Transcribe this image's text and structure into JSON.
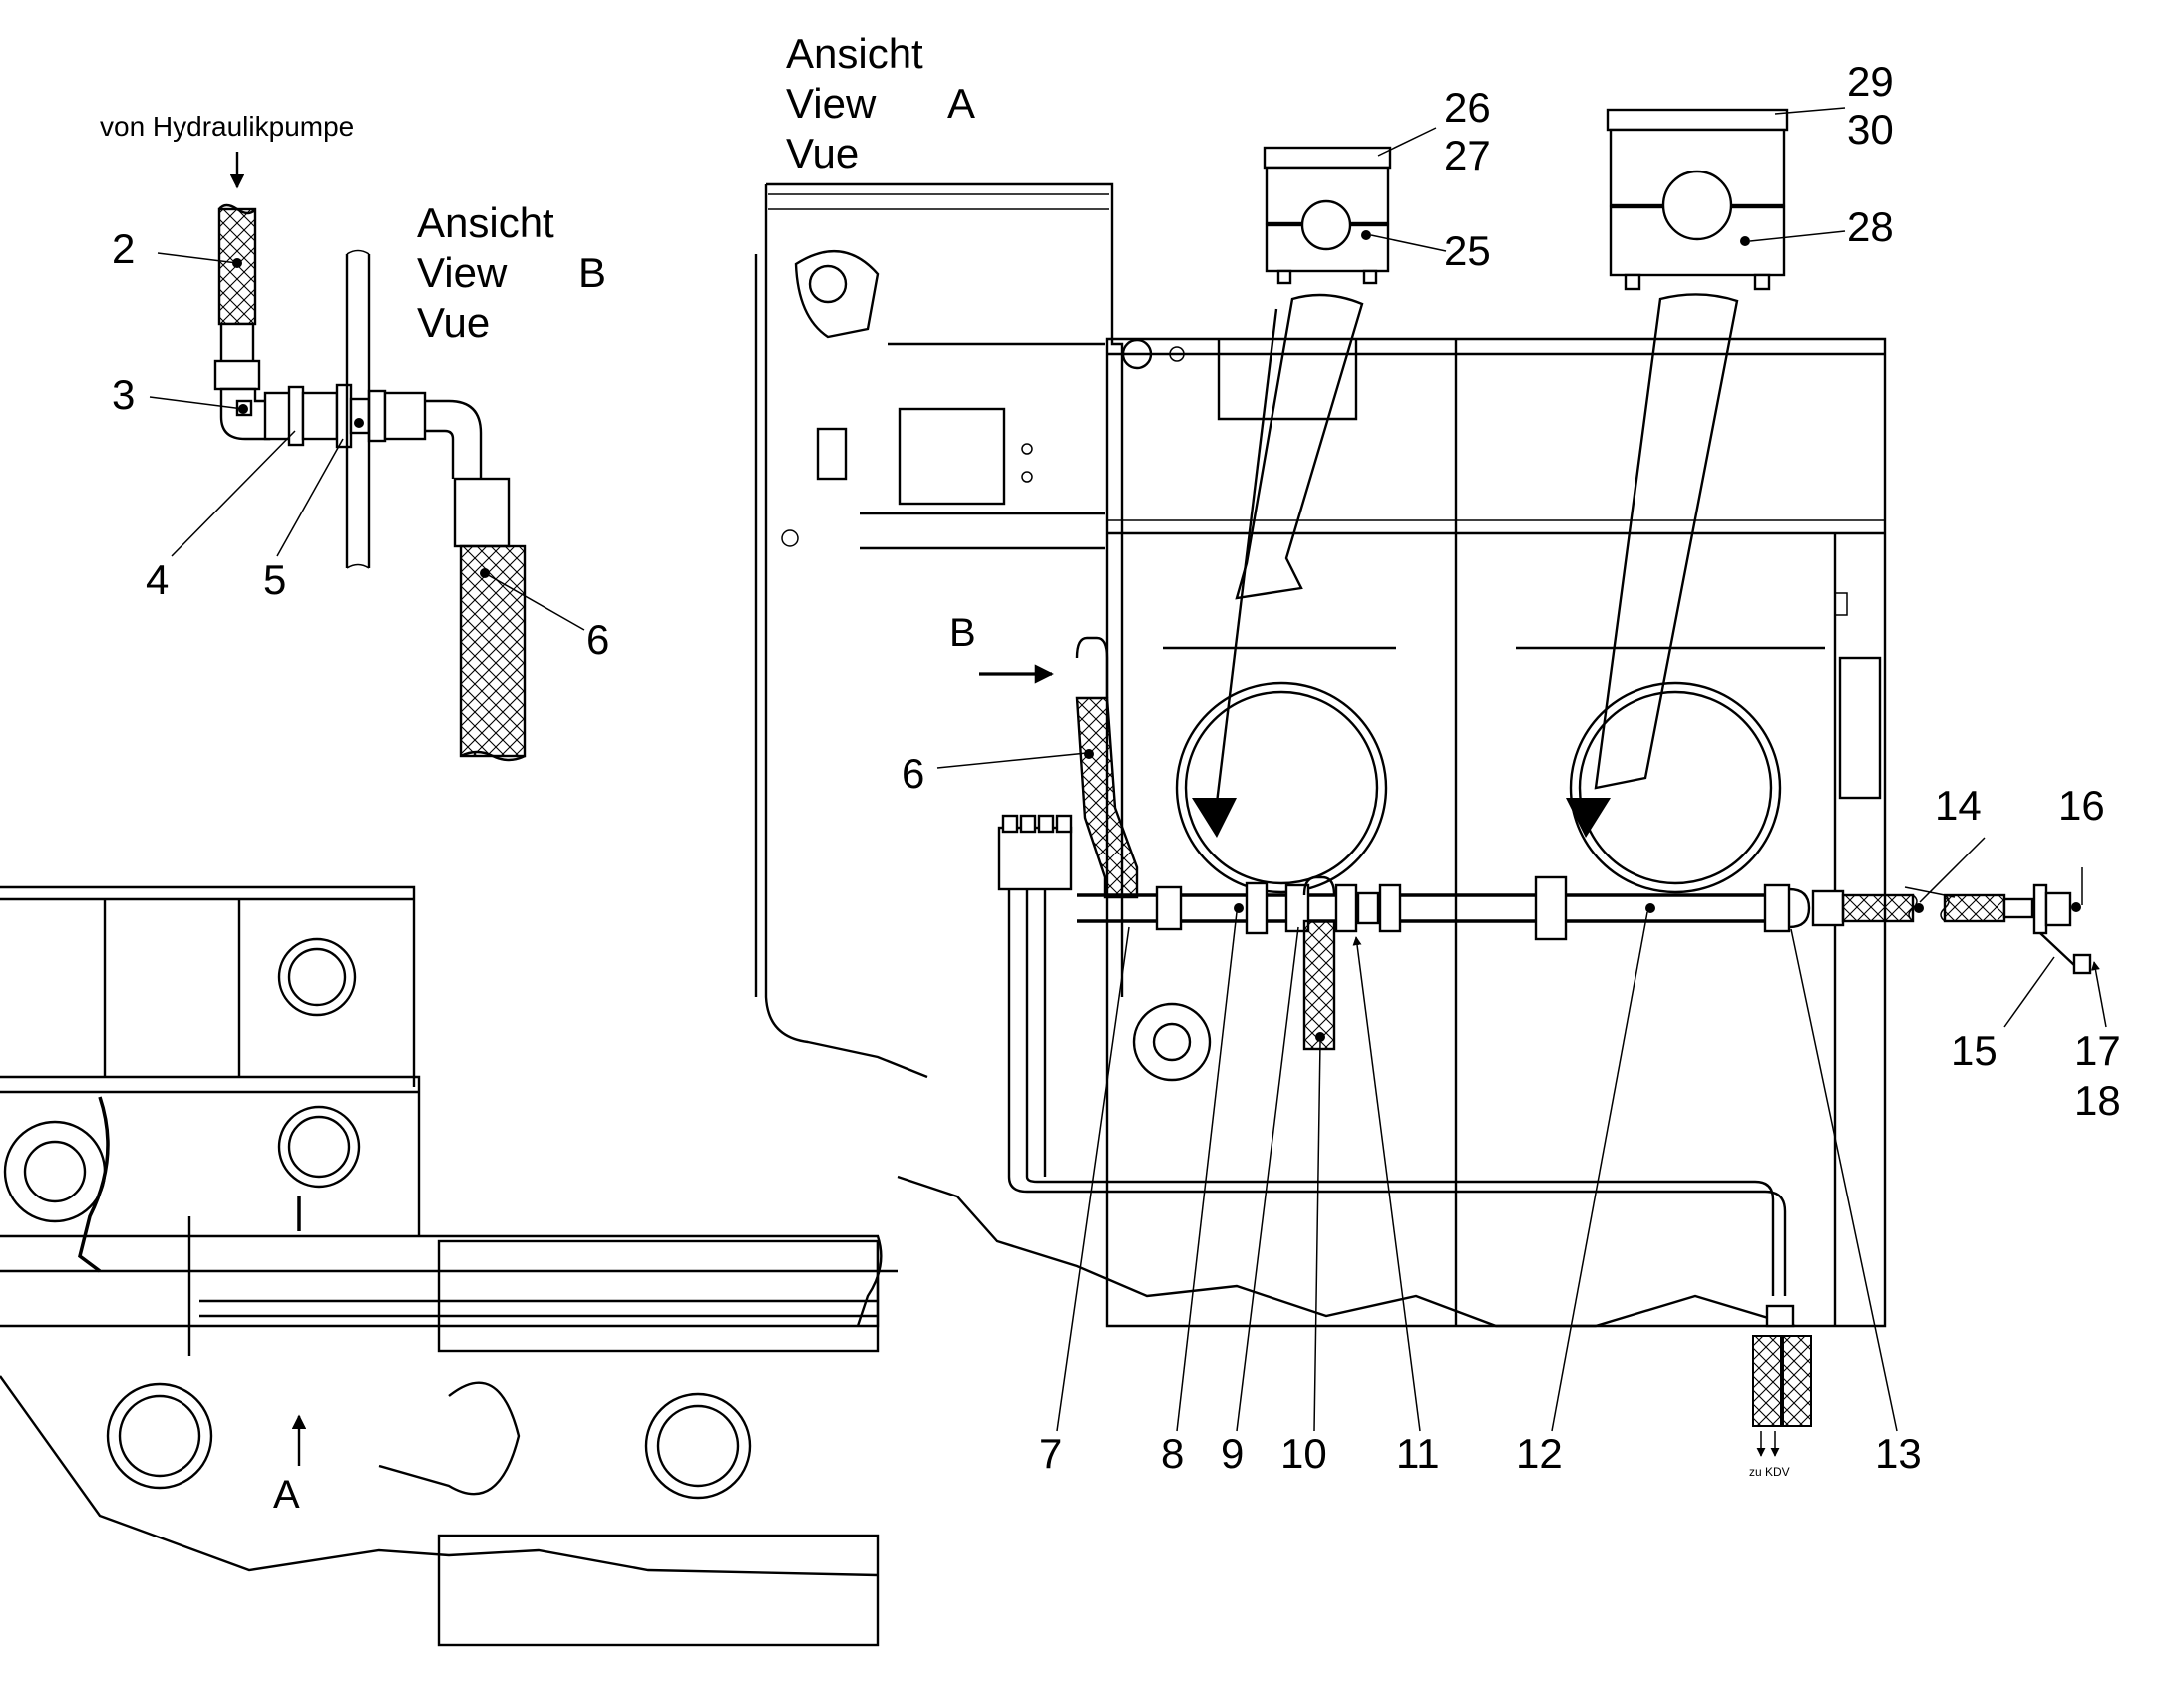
{
  "views": {
    "a": {
      "l1": "Ansicht",
      "l2": "View",
      "l3": "Vue",
      "letter": "A"
    },
    "b": {
      "l1": "Ansicht",
      "l2": "View",
      "l3": "Vue",
      "letter": "B"
    }
  },
  "source_label": "von Hydraulikpumpe",
  "dest_label": "zu KDV",
  "arrow_letters": {
    "a": "A",
    "b": "B"
  },
  "callouts": {
    "n2": "2",
    "n3": "3",
    "n4": "4",
    "n5": "5",
    "n6": "6",
    "n6b": "6",
    "n7": "7",
    "n8": "8",
    "n9": "9",
    "n10": "10",
    "n11": "11",
    "n12": "12",
    "n13": "13",
    "n14": "14",
    "n15": "15",
    "n16": "16",
    "n17": "17",
    "n18": "18",
    "n25": "25",
    "n26": "26",
    "n27": "27",
    "n28": "28",
    "n29": "29",
    "n30": "30"
  }
}
